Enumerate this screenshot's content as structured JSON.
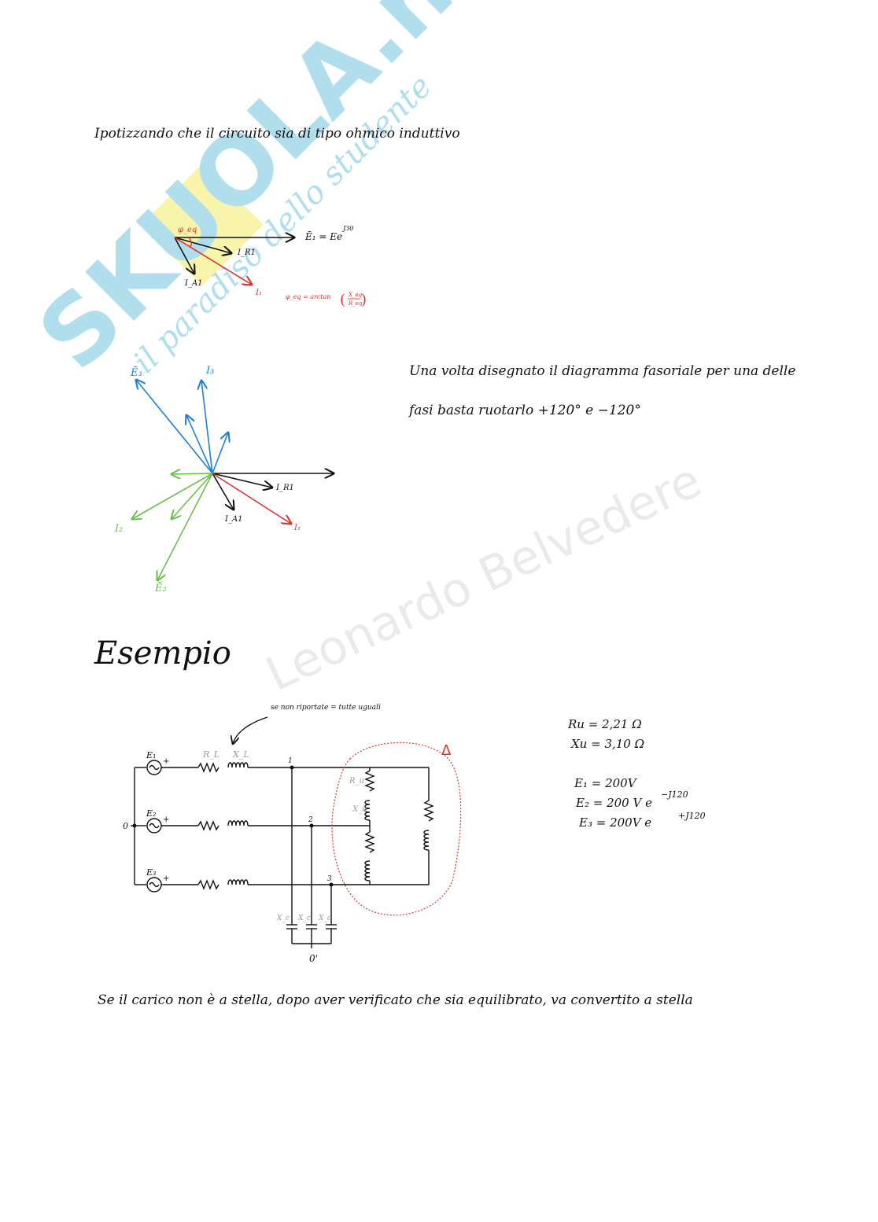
{
  "watermark": {
    "brand": "SKUOLA.net",
    "tagline": "il paradiso dello studente",
    "author": "Leonardo Belvedere",
    "colors": {
      "teal": "#6fc3df",
      "yellow": "#f3ec66",
      "grey": "#d9d9d9"
    }
  },
  "intro_text": "Ipotizzando che il circuito sia di tipo ohmico induttivo",
  "phasor1": {
    "phi_label": "φ_eq",
    "E1_label": "Ē₁ = Ee",
    "E1_exp": "J30",
    "IR1_label": "I_R1",
    "IA1_label": "I_A1",
    "I1_label": "I₁",
    "phi_formula": "φ_eq = arctan (X_eq / R_eq)",
    "phi_formula_lhs": "φ_eq = arctan",
    "phi_num": "X_eq",
    "phi_den": "R_eq"
  },
  "phasor_note": {
    "line1": "Una volta disegnato il diagramma fasoriale per una delle",
    "line2": "fasi basta ruotarlo +120° e −120°"
  },
  "phasor2": {
    "E3": "Ē₃",
    "I3": "I₃",
    "E2": "Ē₂",
    "I2": "I₂",
    "IR1": "I_R1",
    "IA1": "I_A1",
    "I1": "I₁"
  },
  "example_title": "Esempio",
  "circuit": {
    "annotation": "se non riportate = tutte uguali",
    "E1": "E₁",
    "E2": "E₂",
    "E3": "E₃",
    "RL": "R_L",
    "XL": "X_L",
    "node0": "0",
    "node1": "1",
    "node2": "2",
    "node3": "3",
    "node0p": "0'",
    "Ru": "R_u",
    "Xu": "X_u",
    "Xc": "X_c",
    "delta": "Δ",
    "plus": "+"
  },
  "values": {
    "Ru": "Ru = 2,21 Ω",
    "Xu": "Xu = 3,10 Ω",
    "E1": "E₁ = 200V",
    "E2": "E₂ = 200 V e",
    "E2_exp": "−J120",
    "E3": "E₃ = 200V e",
    "E3_exp": "+J120"
  },
  "footer_text": "Se il carico non è a stella, dopo aver verificato che sia equilibrato, va convertito a stella",
  "colors": {
    "black": "#111111",
    "red": "#e0302b",
    "blue": "#1f7fd8",
    "green": "#6cbf4e",
    "grey": "#9a9a9a"
  }
}
